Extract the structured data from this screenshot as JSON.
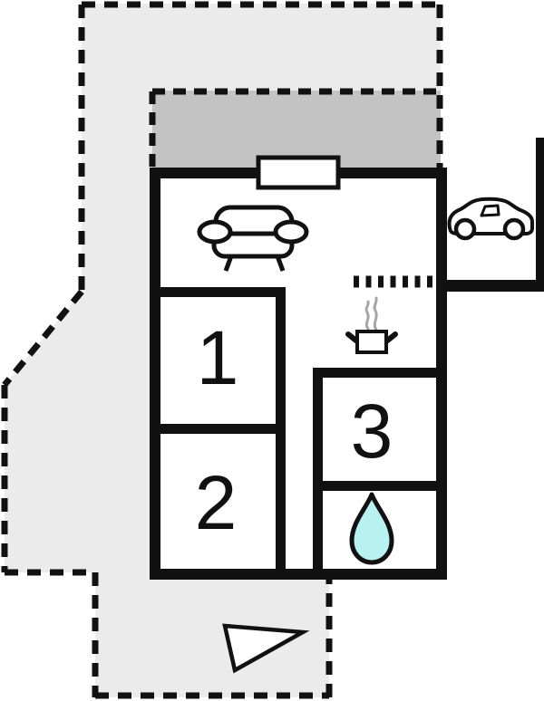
{
  "figure": {
    "type": "vacation-home-floor-plan"
  },
  "colors": {
    "background": "#ffffff",
    "plot_fill": "#ebebeb",
    "terrace_fill": "#c3c3c3",
    "wall": "#111111",
    "outline": "#111111",
    "water_drop_fill": "#b7f1f1",
    "steam": "#a6a6a6"
  },
  "rooms": [
    {
      "label": "1"
    },
    {
      "label": "2"
    },
    {
      "label": "3"
    }
  ],
  "icons": [
    {
      "name": "sofa-icon"
    },
    {
      "name": "car-icon"
    },
    {
      "name": "cooking-pot-icon"
    },
    {
      "name": "water-drop-icon"
    },
    {
      "name": "direction-arrow-icon"
    }
  ]
}
